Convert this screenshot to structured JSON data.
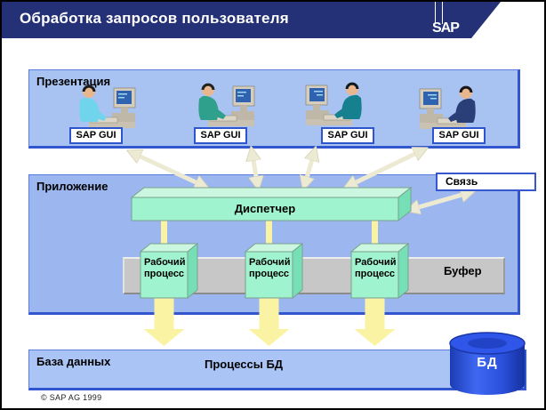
{
  "header": {
    "title": "Обработка запросов пользователя",
    "logo": "SAP"
  },
  "presentation": {
    "label": "Презентация",
    "sap_gui": "SAP GUI"
  },
  "application": {
    "label": "Приложение",
    "dispatcher": "Диспетчер",
    "link": "Связь",
    "wp_line1": "Рабочий",
    "wp_line2": "процесс",
    "buffer": "Буфер"
  },
  "database": {
    "label": "База данных",
    "processes": "Процессы БД",
    "db": "БД"
  },
  "footer": {
    "copyright": "© SAP AG 1999"
  },
  "colors": {
    "title_bar": "#243176",
    "presentation_band": "#A8C3F2",
    "application_band": "#9CB7F0",
    "database_band": "#AAC5F5",
    "band_shadow": "#3156CE",
    "box_green": "#9FF3CE",
    "gray_bar": "#C7C7C7",
    "connector_yellow": "#FAF3A3",
    "arrow_cream": "#EDEAD4",
    "cylinder_blue": "#2A50DC",
    "gui_border": "#2F55CC"
  }
}
